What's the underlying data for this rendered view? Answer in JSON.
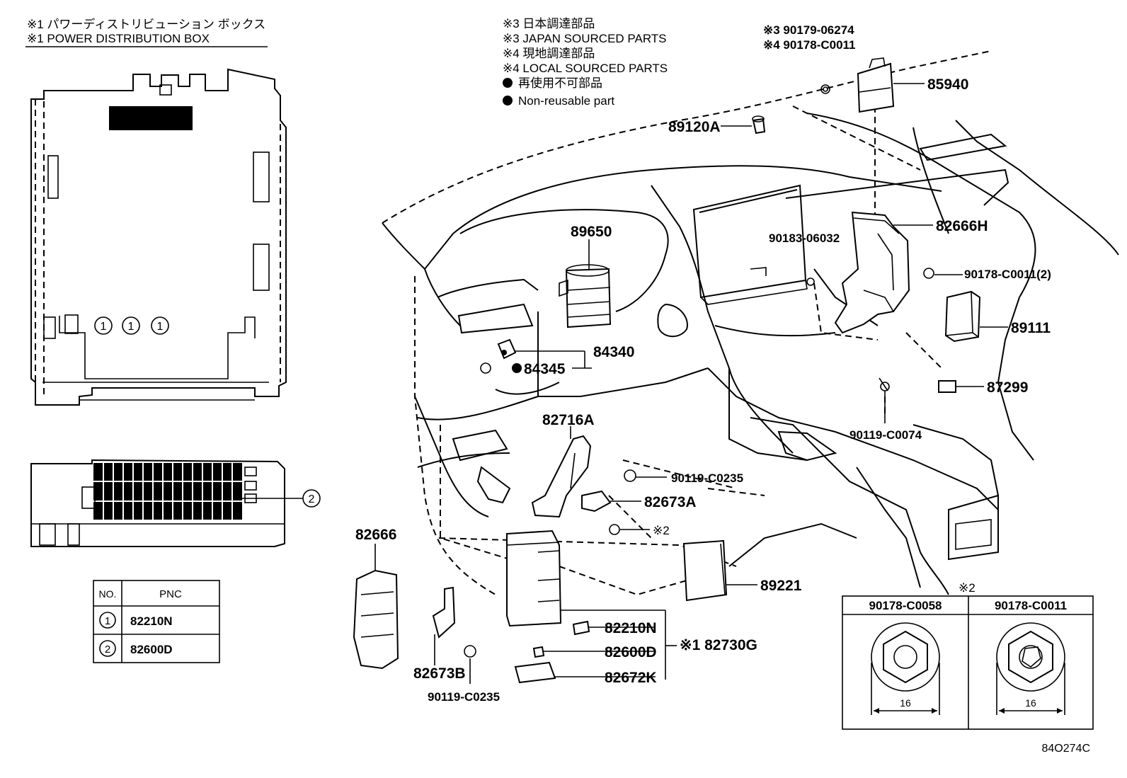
{
  "header": {
    "note1_jp": "※1  パワーディストリビューション ボックス",
    "note1_en": "※1  POWER DISTRIBUTION BOX"
  },
  "legend": {
    "jp_sourced_jp": "※3 日本調達部品",
    "jp_sourced_en": "※3 JAPAN SOURCED PARTS",
    "local_sourced_jp": "※4 現地調達部品",
    "local_sourced_en": "※4 LOCAL SOURCED PARTS",
    "non_reusable_jp": "再使用不可部品",
    "non_reusable_en": "Non-reusable part"
  },
  "labels": {
    "p90179_06274": "※3 90179-06274",
    "p90178_C0011_top": "※4 90178-C0011",
    "p85940": "85940",
    "p89120A": "89120A",
    "p89650": "89650",
    "p90183_06032": "90183-06032",
    "p82666H": "82666H",
    "p90178_C0011_2": "90178-C0011(2)",
    "p89111": "89111",
    "p84340": "84340",
    "p84345": "84345",
    "p87299": "87299",
    "p90119_C0074": "90119-C0074",
    "p82716A": "82716A",
    "p90119_C0235_a": "90119-C0235",
    "p82673A": "82673A",
    "p_x2": "※2",
    "p82666": "82666",
    "p89221": "89221",
    "p82210N": "82210N",
    "p82600D": "82600D",
    "p82672K": "82672K",
    "p82730G": "※1 82730G",
    "p82673B": "82673B",
    "p90119_C0235_b": "90119-C0235",
    "p_x2_detail": "※2",
    "detail_left": "90178-C0058",
    "detail_right": "90178-C0011",
    "dim_left": "16",
    "dim_right": "16",
    "figure_id": "84O274C"
  },
  "pnc_table": {
    "head_no": "NO.",
    "head_pnc": "PNC",
    "rows": [
      {
        "no": "1",
        "pnc": "82210N"
      },
      {
        "no": "2",
        "pnc": "82600D"
      }
    ]
  },
  "callouts": {
    "fuse_1": "1",
    "fuse_2": "1",
    "fuse_3": "1",
    "relay_block": "2"
  }
}
